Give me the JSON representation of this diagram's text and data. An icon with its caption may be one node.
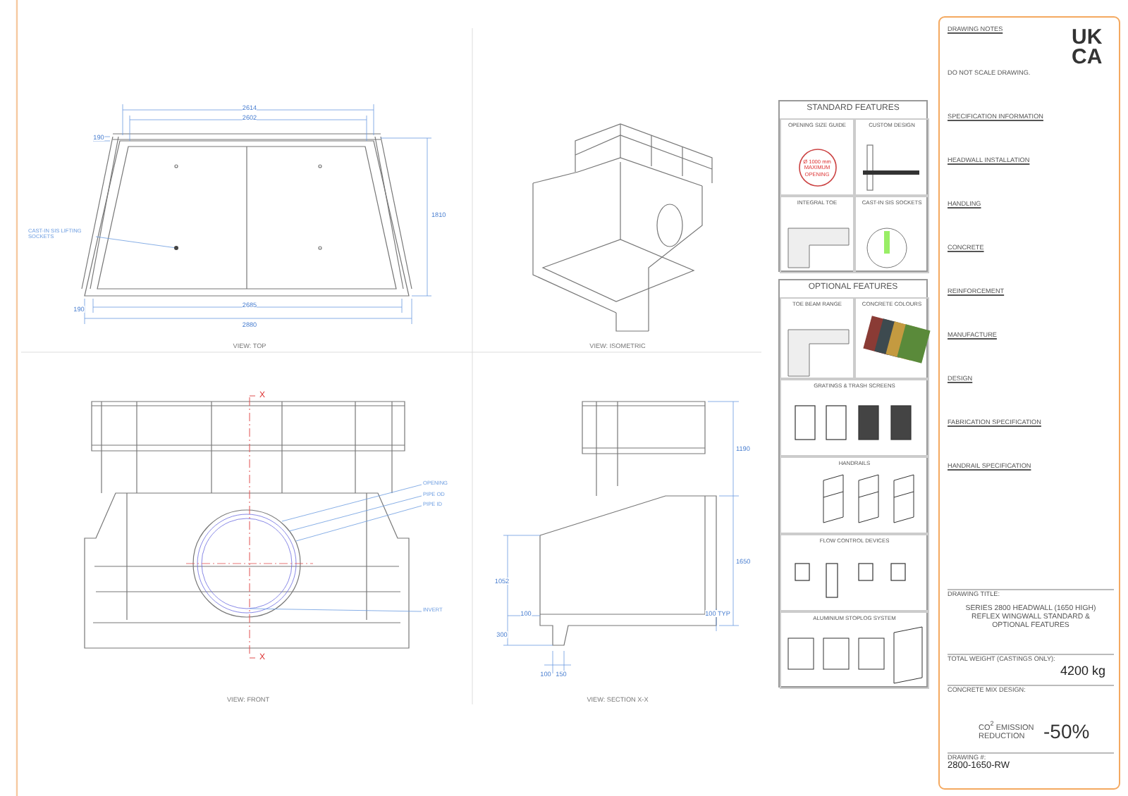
{
  "diagram": {
    "nodes": [
      {
        "text": [
          "STANDARD FEATURES"
        ]
      },
      {
        "text": [
          "OPENING SIZE GUIDE",
          "Ø 1000 mm MAXIMUM OPENING"
        ],
        "in": 0
      },
      {
        "text": [
          "CUSTOM DESIGN"
        ],
        "in": 0
      },
      {
        "text": [
          "INTEGRAL TOE"
        ],
        "in": 0
      },
      {
        "text": [
          "CAST-IN SIS SOCKETS"
        ],
        "in": 0
      },
      {
        "text": [
          "OPTIONAL FEATURES"
        ]
      },
      {
        "text": [
          "TOE BEAM RANGE"
        ],
        "in": 5
      },
      {
        "text": [
          "CONCRETE COLOURS"
        ],
        "in": 5
      },
      {
        "text": [
          "GRATINGS & TRASH SCREENS"
        ],
        "in": 5
      },
      {
        "text": [
          "HANDRAILS"
        ],
        "in": 5
      },
      {
        "text": [
          "FLOW CONTROL DEVICES"
        ],
        "in": 5
      },
      {
        "text": [
          "ALUMINIUM STOPLOG SYSTEM"
        ],
        "in": 5
      },
      {
        "text": [
          "DRAWING NOTES",
          "DO NOT SCALE DRAWING.",
          "SPECIFICATION INFORMATION",
          "HEADWALL INSTALLATION",
          "HANDLING",
          "CONCRETE",
          "REINFORCEMENT",
          "MANUFACTURE",
          "DESIGN",
          "FABRICATION SPECIFICATION",
          "HANDRAIL SPECIFICATION"
        ]
      },
      {
        "text": [
          "DRAWING TITLE:",
          "SERIES 2800 HEADWALL (1650 HIGH) REFLEX WINGWALL STANDARD & OPTIONAL FEATURES"
        ]
      },
      {
        "text": [
          "TOTAL WEIGHT (CASTINGS ONLY):",
          "4200 kg"
        ]
      },
      {
        "text": [
          "CONCRETE MIX DESIGN:",
          "CO$^{2}$ EMISSION REDUCTION",
          "-50%"
        ]
      },
      {
        "text": [
          "DRAWING #:",
          "2800-1650-RW"
        ]
      },
      {
        "text": [
          "CAST-IN SIS LIFTING SOCKETS"
        ]
      },
      {
        "text": [
          "OPENING"
        ]
      },
      {
        "text": [
          "PIPE OD"
        ]
      },
      {
        "text": [
          "PIPE ID"
        ]
      },
      {
        "text": [
          "INVERT"
        ]
      }
    ],
    "edges": [
      {
        "from": 17,
        "to": null,
        "arrow": "other"
      },
      {
        "from": 18,
        "to": null,
        "arrow": "none"
      },
      {
        "from": 19,
        "to": null,
        "arrow": "none"
      },
      {
        "from": 20,
        "to": null,
        "arrow": "none"
      },
      {
        "from": 21,
        "to": null,
        "arrow": "none"
      }
    ],
    "labels": [
      "2614",
      "2602",
      "190",
      "1810",
      "190",
      "2685",
      "2880",
      "VIEW: TOP",
      "VIEW: ISOMETRIC",
      "X",
      "X",
      "VIEW: FRONT",
      "1190",
      "1650",
      "1052",
      "100",
      "300",
      "100",
      "150",
      "100 TYP",
      "VIEW: SECTION X-X",
      "UK CA"
    ]
  }
}
